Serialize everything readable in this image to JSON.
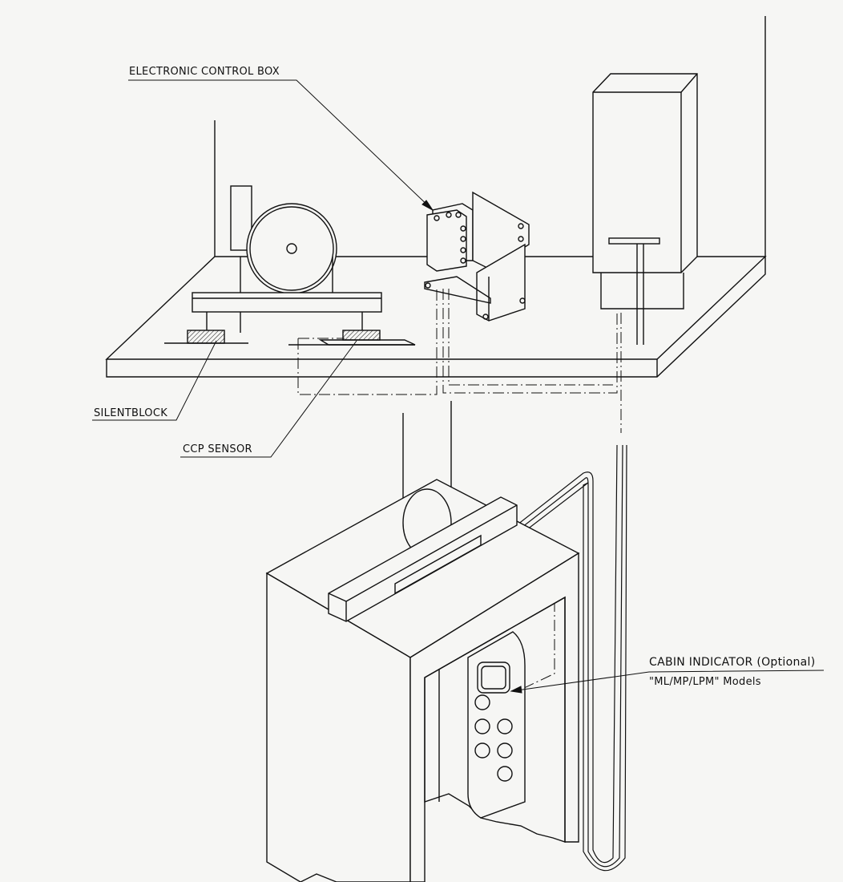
{
  "labels": {
    "control_box": "ELECTRONIC CONTROL BOX",
    "silentblock": "SILENTBLOCK",
    "ccp_sensor": "CCP SENSOR",
    "cabin_indicator": "CABIN INDICATOR (Optional)",
    "cabin_models": "\"ML/MP/LPM\" Models"
  },
  "colors": {
    "line": "#111111",
    "paper": "#f6f6f4"
  }
}
